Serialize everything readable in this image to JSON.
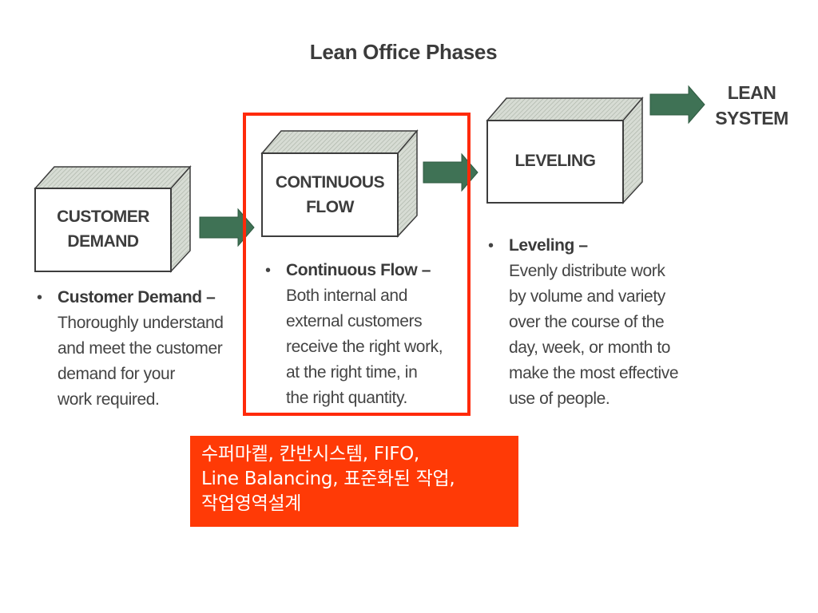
{
  "title": "Lean Office Phases",
  "phases": [
    {
      "box_lines": [
        "CUSTOMER",
        "DEMAND"
      ],
      "heading": "Customer Demand –",
      "desc_lines": [
        "Thoroughly understand",
        "and meet the customer",
        "demand for your",
        "work required."
      ]
    },
    {
      "box_lines": [
        "CONTINUOUS",
        "FLOW"
      ],
      "heading": "Continuous Flow –",
      "desc_lines": [
        "Both internal and",
        "external customers",
        "receive the right work,",
        "at the right time, in",
        "the right quantity."
      ]
    },
    {
      "box_lines": [
        "LEVELING"
      ],
      "heading": "Leveling –",
      "desc_lines": [
        "Evenly distribute work",
        "by volume and variety",
        "over the course of the",
        "day, week, or month to",
        "make the most effective",
        "use of people."
      ]
    }
  ],
  "end_label": [
    "LEAN",
    "SYSTEM"
  ],
  "bullet": "•",
  "note_lines": [
    "수퍼마켙, 칸반시스템, FIFO,",
    "Line Balancing, 표준화된 작업,",
    "작업영역설계"
  ],
  "colors": {
    "highlight_border": "#ff2a0a",
    "note_background": "#ff3a06",
    "arrow": "#3f7255",
    "box_face": "#ffffff",
    "box_side": "#c9cfc6",
    "text": "#3d3d3d"
  }
}
